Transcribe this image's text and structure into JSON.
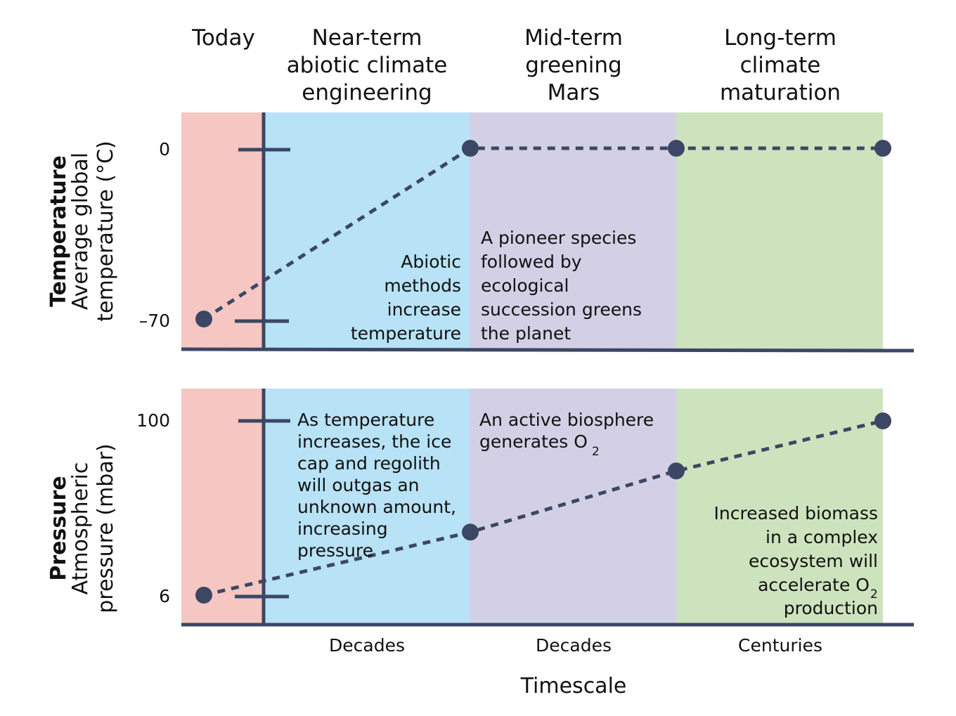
{
  "phases": [
    {
      "label": "Today",
      "color": "#f6c7c2"
    },
    {
      "label": "Near-term\nabiotic climate\nengineering",
      "color": "#b8e2f5"
    },
    {
      "label": "Mid-term\ngreening\nMars",
      "color": "#d3d0e6"
    },
    {
      "label": "Long-term\nclimate\nmaturation",
      "color": "#cde3bd"
    }
  ],
  "durations": [
    "Decades",
    "Decades",
    "Centuries"
  ],
  "x_axis_title": "Timescale",
  "line_color": "#3b4764",
  "temperature_panel": {
    "title": "Temperature",
    "ylabel": "Average global\ntemperature (°C)",
    "ticks": [
      "0",
      "–70"
    ],
    "annotation_near": "Abiotic\nmethods\nincrease\ntemperature",
    "annotation_mid": "A pioneer species\nfollowed by\necological\nsuccession greens\nthe planet"
  },
  "pressure_panel": {
    "title": "Pressure",
    "ylabel": "Atmospheric\npressure (mbar)",
    "ticks": [
      "100",
      "6"
    ],
    "annotation_near": "As temperature\nincreases, the ice\ncap and regolith\nwill outgas an\nunknown amount,\nincreasing\npressure",
    "annotation_mid_main": "An active biosphere\ngenerates O",
    "annotation_mid_sub": "2",
    "annotation_long_lines": [
      "Increased biomass",
      "in a complex",
      "ecosystem will"
    ],
    "annotation_long_o2_line": "accelerate O",
    "annotation_long_sub": "2",
    "annotation_long_last": "production"
  },
  "chart_data": [
    {
      "type": "line",
      "panel": "temperature",
      "ylabel": "Average global temperature (°C)",
      "stages": [
        "Today",
        "Near-term abiotic climate engineering",
        "Mid-term greening Mars",
        "Long-term climate maturation"
      ],
      "points": [
        {
          "stage": "Today",
          "value": -70
        },
        {
          "stage": "end of Near-term abiotic climate engineering",
          "value": 0
        },
        {
          "stage": "end of Mid-term greening Mars",
          "value": 0
        },
        {
          "stage": "end of Long-term climate maturation",
          "value": 0
        }
      ],
      "yticks": [
        0,
        -70
      ]
    },
    {
      "type": "line",
      "panel": "pressure",
      "ylabel": "Atmospheric pressure (mbar)",
      "stages": [
        "Today",
        "Near-term abiotic climate engineering",
        "Mid-term greening Mars",
        "Long-term climate maturation"
      ],
      "points": [
        {
          "stage": "Today",
          "value": 6
        },
        {
          "stage": "end of Near-term abiotic climate engineering",
          "value": 40
        },
        {
          "stage": "end of Mid-term greening Mars",
          "value": 73
        },
        {
          "stage": "end of Long-term climate maturation",
          "value": 100
        }
      ],
      "yticks": [
        100,
        6
      ]
    }
  ]
}
